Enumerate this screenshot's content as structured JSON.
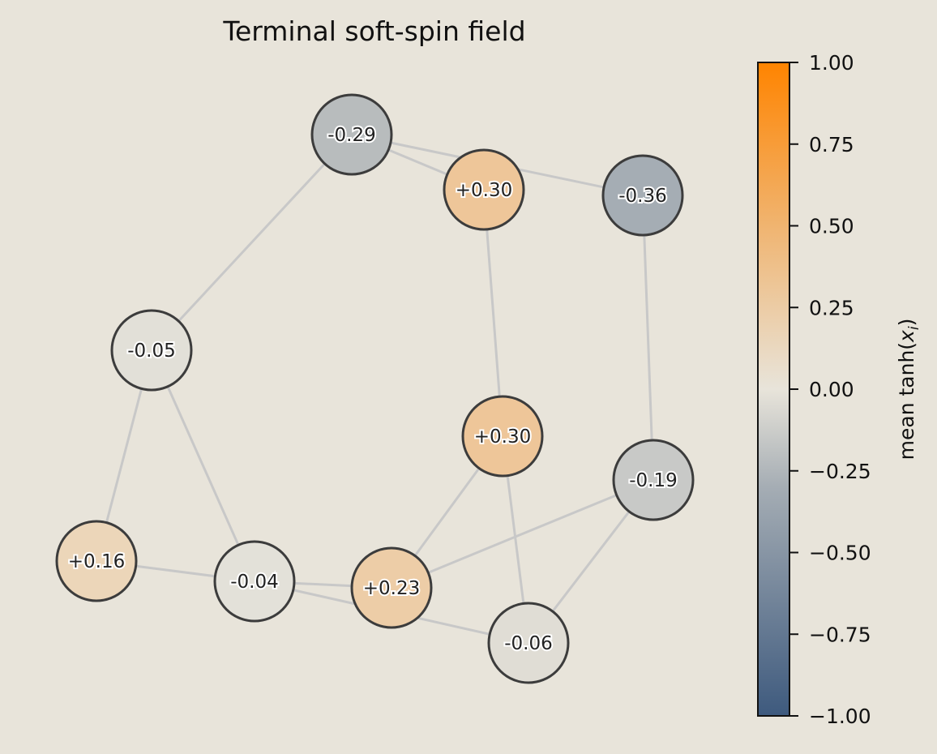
{
  "title": "Terminal soft-spin field",
  "graph": {
    "nodes": [
      {
        "id": "n1",
        "value": -0.29,
        "label": "-0.29",
        "color": "#b8bcbd"
      },
      {
        "id": "n2",
        "value": 0.3,
        "label": "+0.30",
        "color": "#eec699"
      },
      {
        "id": "n3",
        "value": -0.36,
        "label": "-0.36",
        "color": "#a5adb4"
      },
      {
        "id": "n4",
        "value": -0.05,
        "label": "-0.05",
        "color": "#e2e0d8"
      },
      {
        "id": "n5",
        "value": 0.3,
        "label": "+0.30",
        "color": "#eec699"
      },
      {
        "id": "n6",
        "value": -0.19,
        "label": "-0.19",
        "color": "#c8c9c7"
      },
      {
        "id": "n7",
        "value": 0.16,
        "label": "+0.16",
        "color": "#ecd6b9"
      },
      {
        "id": "n8",
        "value": -0.04,
        "label": "-0.04",
        "color": "#e3e1d9"
      },
      {
        "id": "n9",
        "value": 0.23,
        "label": "+0.23",
        "color": "#edcda7"
      },
      {
        "id": "n10",
        "value": -0.06,
        "label": "-0.06",
        "color": "#e0ddd5"
      }
    ],
    "edges": [
      [
        "n1",
        "n2"
      ],
      [
        "n1",
        "n3"
      ],
      [
        "n1",
        "n4"
      ],
      [
        "n2",
        "n5"
      ],
      [
        "n3",
        "n6"
      ],
      [
        "n4",
        "n7"
      ],
      [
        "n4",
        "n8"
      ],
      [
        "n7",
        "n8"
      ],
      [
        "n8",
        "n9"
      ],
      [
        "n8",
        "n10"
      ],
      [
        "n5",
        "n9"
      ],
      [
        "n5",
        "n10"
      ],
      [
        "n6",
        "n9"
      ],
      [
        "n6",
        "n10"
      ]
    ],
    "colors": {
      "node_stroke": "#3c3c3c",
      "edge": "#c8c8c8"
    }
  },
  "colorbar": {
    "label": "mean tanh(x_i)",
    "label_main": "mean tanh(",
    "label_var": "x",
    "label_sub": "i",
    "label_close": ")",
    "min": -1.0,
    "max": 1.0,
    "ticks": [
      "1.00",
      "0.75",
      "0.50",
      "0.25",
      "0.00",
      "−0.25",
      "−0.50",
      "−0.75",
      "−1.00"
    ],
    "colors": {
      "low": "#3e5a7e",
      "mid": "#e8e4da",
      "high": "#ff8400"
    }
  }
}
